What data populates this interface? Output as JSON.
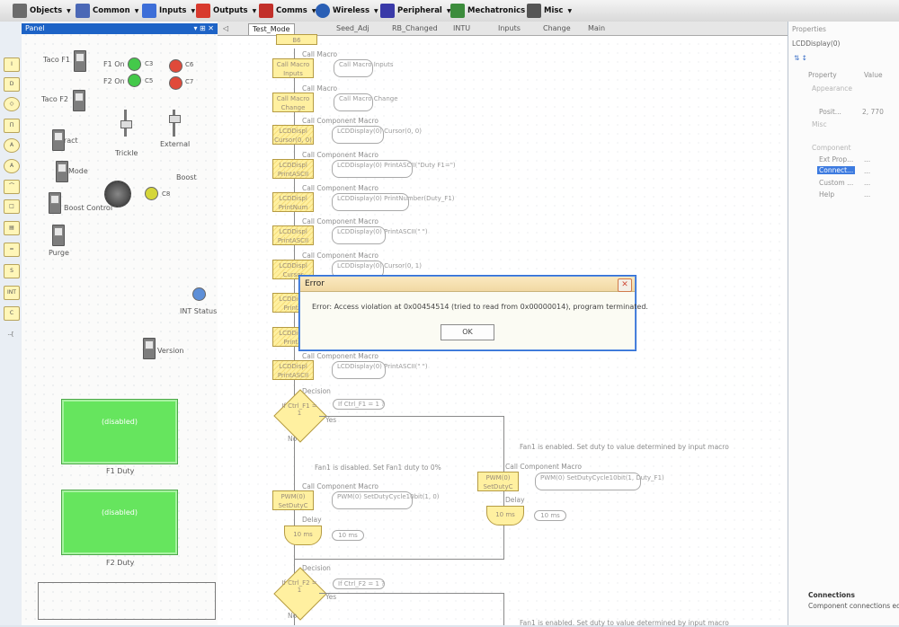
{
  "toolbar": {
    "items": [
      {
        "label": "Objects",
        "icon": "objects-icon",
        "color": "#6b6b6b"
      },
      {
        "label": "Common",
        "icon": "common-icon",
        "color": "#4b68b6"
      },
      {
        "label": "Inputs",
        "icon": "inputs-icon",
        "color": "#3d6ed8"
      },
      {
        "label": "Outputs",
        "icon": "outputs-icon",
        "color": "#d83a2e"
      },
      {
        "label": "Comms",
        "icon": "comms-icon",
        "color": "#c2302a"
      },
      {
        "label": "Wireless",
        "icon": "wireless-icon",
        "color": "#2a5fb5"
      },
      {
        "label": "Peripheral",
        "icon": "peripheral-icon",
        "color": "#3a3aa8"
      },
      {
        "label": "Mechatronics",
        "icon": "mechatronics-icon",
        "color": "#3c8c3c"
      },
      {
        "label": "Misc",
        "icon": "misc-icon",
        "color": "#555555"
      }
    ]
  },
  "panel": {
    "title": "Panel",
    "labels": {
      "taco_f1": "Taco F1",
      "taco_f2": "Taco F2",
      "f1_on": "F1 On",
      "f2_on": "F2 On",
      "c3": "C3",
      "c5": "C5",
      "c6": "C6",
      "c7": "C7",
      "c8": "C8",
      "extract": "Extract",
      "trickle": "Trickle",
      "external": "External",
      "mode": "Mode",
      "boost": "Boost",
      "boost_control": "Boost Control",
      "purge": "Purge",
      "int_status": "INT Status",
      "version": "Version",
      "f1_duty": "F1 Duty",
      "f2_duty": "F2 Duty",
      "disabled": "(disabled)"
    }
  },
  "canvas": {
    "tabs": {
      "test_mode": "Test_Mode",
      "speed_adj": "Seed_Adj",
      "rb_changed": "RB_Changed",
      "intu": "INTU",
      "inputs": "Inputs",
      "change": "Change",
      "main": "Main"
    },
    "top_block": "B6",
    "captions": {
      "call_macro": "Call Macro",
      "call_component_macro": "Call Component Macro",
      "decision": "Decision",
      "delay": "Delay",
      "yes": "Yes",
      "no": "No"
    },
    "blocks": {
      "inputs": "Call Macro Inputs",
      "change": "Call Macro Change",
      "lcd_cursor": "LCDDispl Cursor(0, 0)",
      "lcd_print1": "LCDDispl PrintASCII",
      "lcd_num": "LCDDispl PrintNum",
      "lcd_print2": "LCDDispl PrintASCII",
      "lcd_cursor2": "LCDDispl Cursor",
      "lcd_print3": "LCDDispl PrintA",
      "lcd_print4": "LCDDispl PrintN",
      "lcd_print5": "LCDDispl PrintASCII",
      "pwm_left": "PWM(0) SetDutyC",
      "pwm_right": "PWM(0) SetDutyC"
    },
    "notes": {
      "inputs": "Call Macro Inputs",
      "change": "Call Macro Change",
      "cursor": "LCDDisplay(0) Cursor(0, 0)",
      "print_duty": "LCDDisplay(0) PrintASCII(\"Duty F1=\")",
      "print_num": "LCDDisplay(0) PrintNumber(Duty_F1)",
      "print_blank": "LCDDisplay(0) PrintASCII(\" \")",
      "cursor2": "LCDDisplay(0) Cursor(0, 1)",
      "print_blank2": "LCDDisplay(0) PrintASCII(\" \")",
      "cond_f1": "If Ctrl_F1 = 1 ?",
      "cond_f2": "If Ctrl_F2 = 1 ?",
      "fan1_disabled": "Fan1 is disabled. Set Fan1 duty to 0%",
      "fan1_enabled": "Fan1 is enabled. Set duty to value determined by input macro",
      "pwm_left": "PWM(0) SetDutyCycle10bit(1, 0)",
      "pwm_right": "PWM(0) SetDutyCycle10bit(1, Duty_F1)",
      "delay10": "10 ms",
      "fan1_enabled_bottom": "Fan1 is enabled. Set duty to value determined by input macro"
    },
    "diamonds": {
      "f1": "If Ctrl_F1 = 1",
      "f2": "If Ctrl_F2 = 1"
    }
  },
  "properties": {
    "title": "Properties",
    "selected": "LCDDisplay(0)",
    "col_property": "Property",
    "col_value": "Value",
    "appearance": "Appearance",
    "position": "Posit...",
    "position_value": "2, 770",
    "misc": "Misc",
    "component": "Component",
    "ext_props": "Ext Prop...",
    "connections": "Connect...",
    "custom": "Custom ...",
    "help": "Help",
    "dots": "...",
    "footer_title": "Connections",
    "footer_text": "Component connections ed"
  },
  "dialog": {
    "title": "Error",
    "message": "Error: Access violation at 0x00454514 (tried to read from 0x00000014), program terminated.",
    "ok": "OK"
  }
}
